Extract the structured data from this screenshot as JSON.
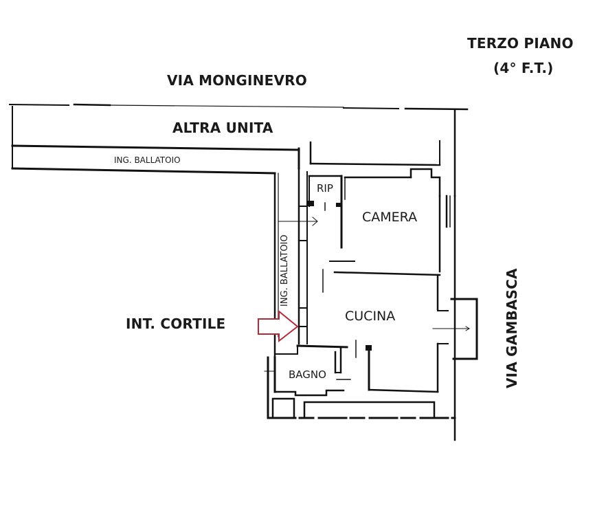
{
  "title": {
    "floor": "TERZO PIANO",
    "floor_sub": "(4° F.T.)"
  },
  "streets": {
    "north": "VIA MONGINEVRO",
    "east": "VIA GAMBASCA"
  },
  "areas": {
    "other_unit": "ALTRA UNITA",
    "balcony_access_horizontal": "ING. BALLATOIO",
    "balcony_access_vertical": "ING. BALLATOIO",
    "courtyard": "INT. CORTILE"
  },
  "rooms": [
    {
      "id": "rip",
      "label": "RIP"
    },
    {
      "id": "camera",
      "label": "CAMERA"
    },
    {
      "id": "cucina",
      "label": "CUCINA"
    },
    {
      "id": "bagno",
      "label": "BAGNO"
    }
  ],
  "entrance_marker": {
    "icon": "entrance-arrow-icon",
    "color": "#b22a3a"
  },
  "line_color": "#111111"
}
